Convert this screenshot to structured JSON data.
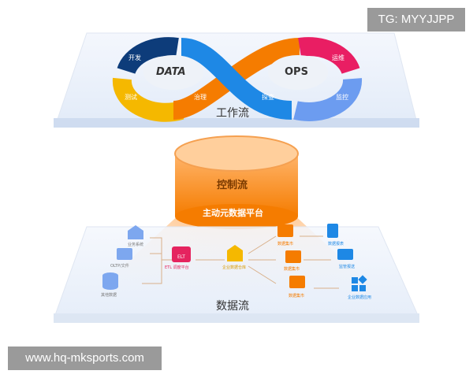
{
  "watermarks": {
    "top_right": "TG: MYYJJPP",
    "bottom_left": "www.hq-mksports.com"
  },
  "workflow": {
    "title": "工作流",
    "left_loop": "DATA",
    "right_loop": "OPS",
    "segments": [
      "开发",
      "测试",
      "治理",
      "探查",
      "运维",
      "监控"
    ]
  },
  "control": {
    "title": "控制流",
    "platform": "主动元数据平台"
  },
  "dataflow": {
    "title": "数据流",
    "sources": [
      "业务系统",
      "OLTP/文件",
      "其他数据"
    ],
    "etl": "ETL 调度平台",
    "etl_icon_text": "ELT",
    "warehouse": "企业数据仓库",
    "marts": [
      "数据集市",
      "数据集市",
      "数据集市"
    ],
    "outputs": [
      "数据报表",
      "监管报送",
      "企业数据应用"
    ]
  },
  "colors": {
    "orange": "#f57c00",
    "blue": "#1e88e5",
    "navy": "#0d3c7a",
    "yellow": "#f5b800",
    "pink": "#e91e63",
    "lightblue": "#6c9cf0",
    "etl": "#e5245f"
  }
}
